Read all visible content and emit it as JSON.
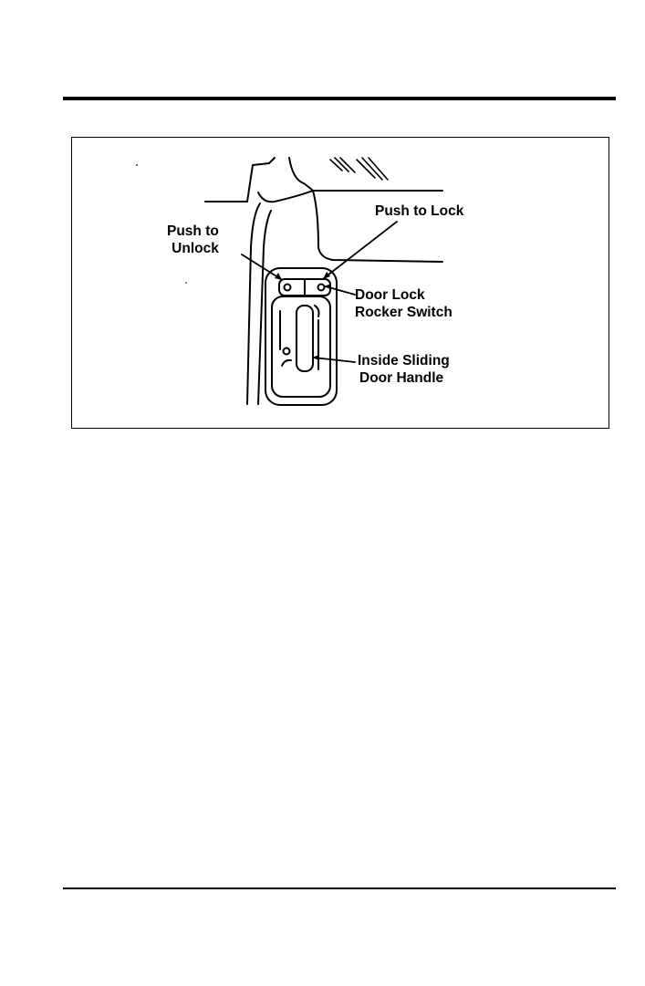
{
  "figure": {
    "labels": {
      "push_to_unlock": [
        "Push to",
        "Unlock"
      ],
      "push_to_lock": "Push to Lock",
      "door_lock_rocker_switch": [
        "Door Lock",
        "Rocker Switch"
      ],
      "inside_sliding_door_handle": [
        "Inside Sliding",
        "Door Handle"
      ]
    }
  }
}
